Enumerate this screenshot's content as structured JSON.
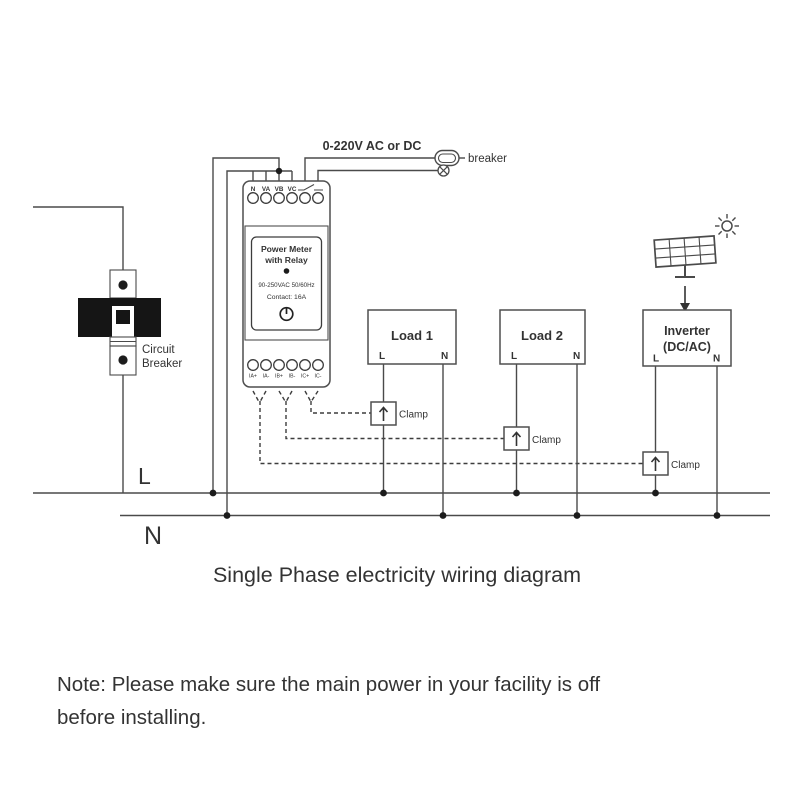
{
  "supply_label": "0-220V AC or DC",
  "breaker_label": "breaker",
  "circuit_breaker": {
    "line1": "Circuit",
    "line2": "Breaker"
  },
  "meter": {
    "title_line1": "Power Meter",
    "title_line2": "with Relay",
    "spec_line1": "90-250VAC 50/60Hz",
    "spec_line2": "Contact: 16A",
    "top_terminals": [
      "N",
      "VA",
      "VB",
      "VC"
    ],
    "bottom_terminals": [
      "IA+",
      "IA-",
      "IB+",
      "IB-",
      "IC+",
      "IC-"
    ]
  },
  "loads": [
    {
      "label": "Load 1",
      "l": "L",
      "n": "N"
    },
    {
      "label": "Load 2",
      "l": "L",
      "n": "N"
    }
  ],
  "inverter": {
    "line1": "Inverter",
    "line2": "(DC/AC)",
    "l": "L",
    "n": "N"
  },
  "clamps": [
    {
      "label": "Clamp"
    },
    {
      "label": "Clamp"
    },
    {
      "label": "Clamp"
    }
  ],
  "bus": {
    "l_label": "L",
    "n_label": "N"
  },
  "title": "Single Phase electricity wiring diagram",
  "note": {
    "line1": "Note: Please make sure the main power in your facility is off",
    "line2": "before installing."
  },
  "colors": {
    "wire": "#4a4a4a",
    "note_red": "#f00d0d",
    "l_red": "#e8241d",
    "text": "#333333"
  }
}
